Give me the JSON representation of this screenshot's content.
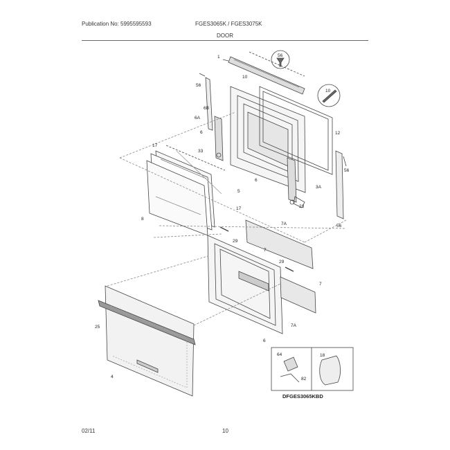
{
  "header": {
    "publication": "Publication No: 5995595593",
    "models": "FGES3065K / FGES3075K"
  },
  "section": {
    "title": "DOOR"
  },
  "footer": {
    "date": "02/11",
    "page": "10"
  },
  "inset": {
    "code": "DFGES3065KBD"
  },
  "callouts": {
    "c_1": "1",
    "c_56_top": "56",
    "c_56_left": "56",
    "c_56_right": "56",
    "c_56_bottom": "56",
    "c_10_top": "10",
    "c_10_right": "10",
    "c_6b": "6B",
    "c_6a": "6A",
    "c_12": "12",
    "c_33": "33",
    "c_17_top": "17",
    "c_17_bottom": "17",
    "c_6_left": "6",
    "c_6_mid": "6",
    "c_5": "5",
    "c_3a": "3A",
    "c_23": "23",
    "c_8": "8",
    "c_7a_top": "7A",
    "c_7a_bottom": "7A",
    "c_7_top": "7",
    "c_7_right": "7",
    "c_29_left": "29",
    "c_29_right": "29",
    "c_25": "25",
    "c_4": "4",
    "c_6_frame": "6",
    "c_64": "64",
    "c_82": "82",
    "c_18": "18"
  }
}
